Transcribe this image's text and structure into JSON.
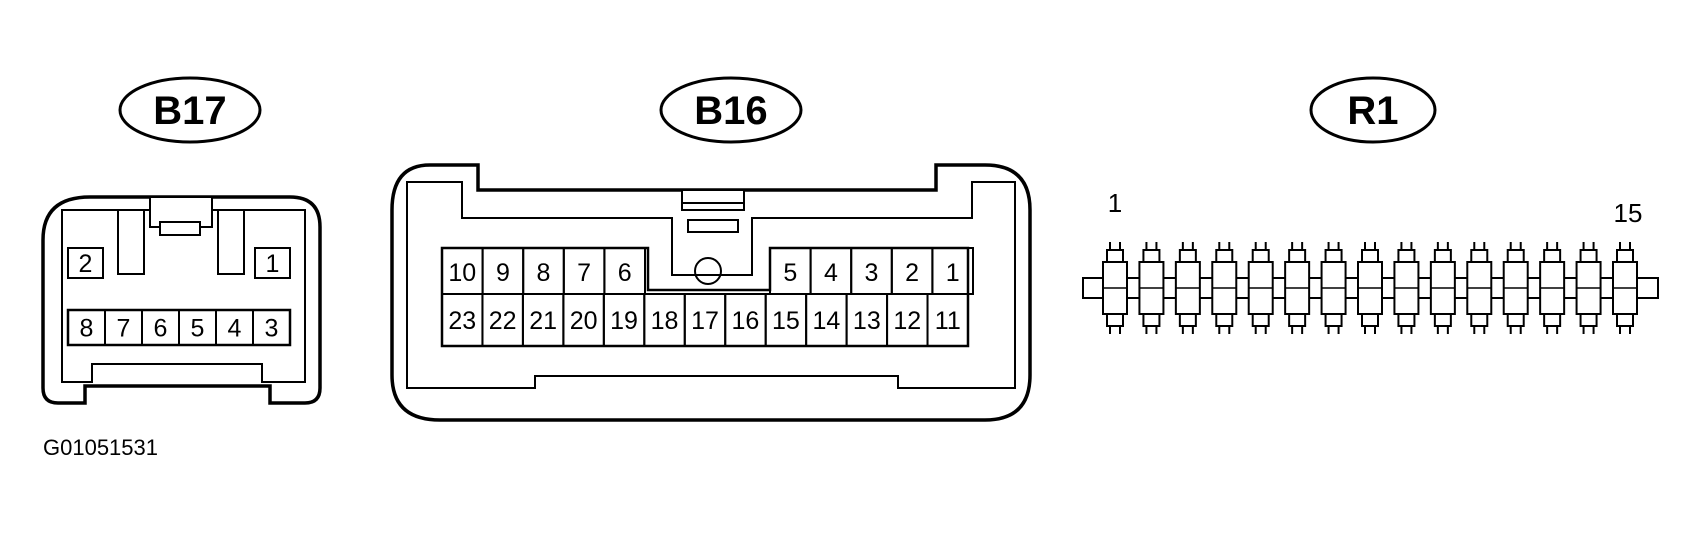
{
  "connectors": [
    {
      "id": "B17",
      "label": "B17",
      "top_row": [
        "2",
        "1"
      ],
      "bottom_row": [
        "8",
        "7",
        "6",
        "5",
        "4",
        "3"
      ]
    },
    {
      "id": "B16",
      "label": "B16",
      "top_row": [
        "10",
        "9",
        "8",
        "7",
        "6",
        "5",
        "4",
        "3",
        "2",
        "1"
      ],
      "bottom_row": [
        "23",
        "22",
        "21",
        "20",
        "19",
        "18",
        "17",
        "16",
        "15",
        "14",
        "13",
        "12",
        "11"
      ]
    },
    {
      "id": "R1",
      "label": "R1",
      "pin_count": 15,
      "first_pin_label": "1",
      "last_pin_label": "15"
    }
  ],
  "figure_code": "G01051531"
}
